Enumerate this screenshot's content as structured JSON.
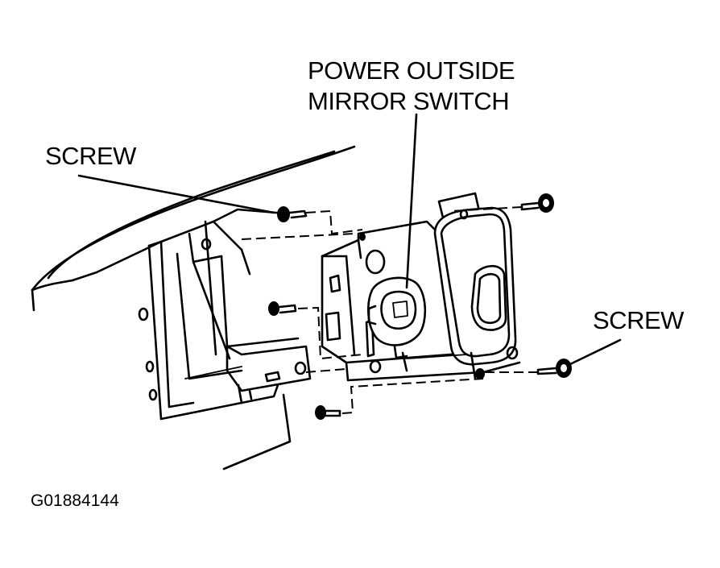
{
  "labels": {
    "power_switch_line1": "POWER OUTSIDE",
    "power_switch_line2": "MIRROR SWITCH",
    "screw_left": "SCREW",
    "screw_right": "SCREW",
    "figure_code": "G01884144"
  },
  "colors": {
    "ink": "#000000",
    "paper": "#ffffff"
  }
}
